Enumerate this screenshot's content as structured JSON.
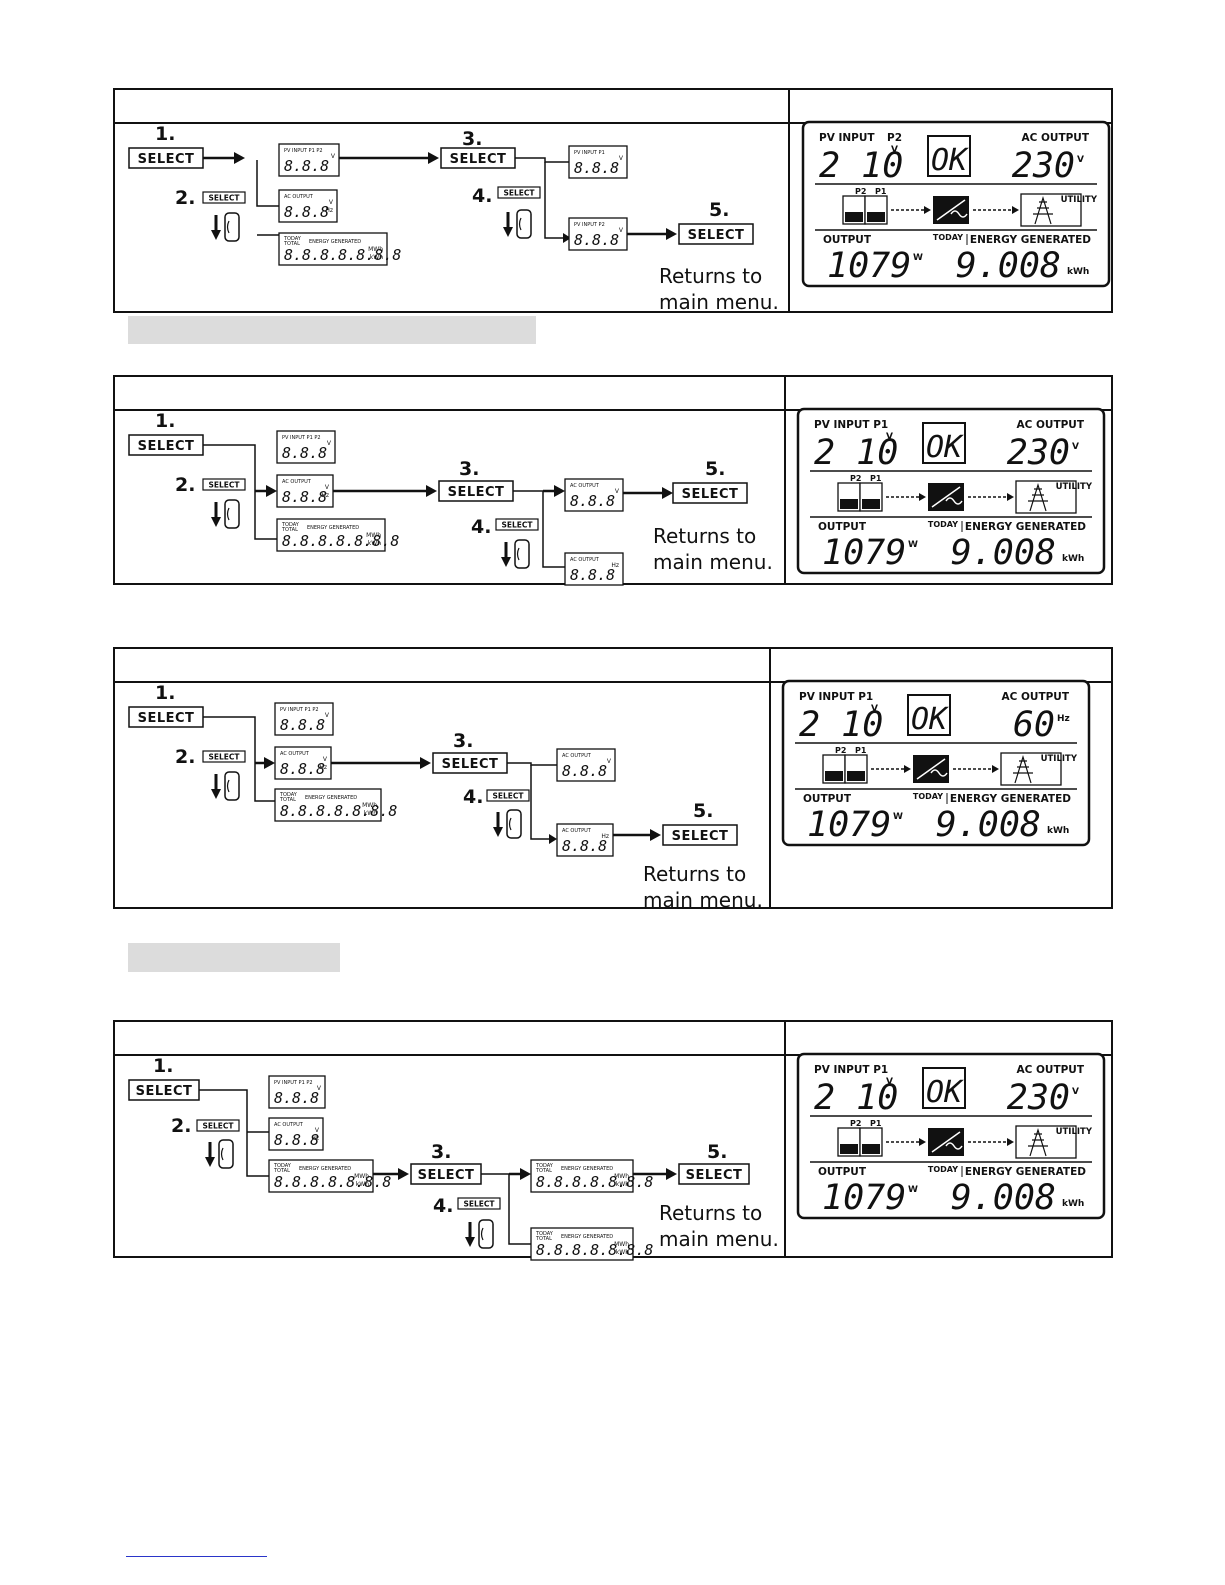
{
  "common": {
    "select_label": "SELECT",
    "step_labels": [
      "1.",
      "2.",
      "3.",
      "4.",
      "5."
    ],
    "returns_line1": "Returns to",
    "returns_line2": "main menu.",
    "seg3": "8.8.8",
    "seg7": "8.8.8.8.8.8.8",
    "unit_v": "V",
    "unit_hz": "Hz",
    "unit_mwh": "MWh",
    "unit_kwh": "kWh",
    "mini_pv_p1p2": "PV INPUT P1 P2",
    "mini_pv_p1": "PV INPUT P1",
    "mini_pv_p2": "PV INPUT P2",
    "mini_ac_output": "AC OUTPUT",
    "mini_today": "TODAY",
    "mini_total": "TOTAL",
    "mini_energy": "ENERGY GENERATED",
    "lcd": {
      "pv_input": "PV INPUT",
      "pv_input_p1": "PV INPUT P1",
      "p2": "P2",
      "p1": "P1",
      "ac_output": "AC OUTPUT",
      "ok": "OK",
      "utility": "UTILITY",
      "output": "OUTPUT",
      "today": "TODAY",
      "energy_generated": "ENERGY GENERATED",
      "pv_value": "2 10",
      "output_value": "1079",
      "energy_value": "9.008",
      "unit_v": "V",
      "unit_w": "W",
      "unit_kwh": "kWh",
      "unit_hz": "Hz"
    }
  },
  "sections": [
    {
      "ac_value": "230",
      "ac_unit": "V",
      "pv_label": "pv_input_p2"
    },
    {
      "ac_value": "230",
      "ac_unit": "V",
      "pv_label": "pv_input_p1"
    },
    {
      "ac_value": "60",
      "ac_unit": "Hz",
      "pv_label": "pv_input_p1"
    },
    {
      "ac_value": "230",
      "ac_unit": "V",
      "pv_label": "pv_input_p1"
    }
  ]
}
